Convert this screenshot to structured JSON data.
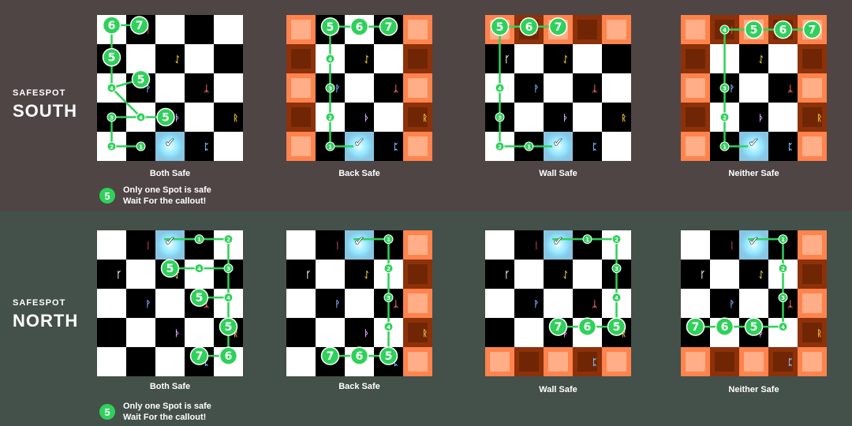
{
  "rows": [
    {
      "key": "south",
      "label_small": "SAFESPOT",
      "label_big": "SOUTH"
    },
    {
      "key": "north",
      "label_small": "SAFESPOT",
      "label_big": "NORTH"
    }
  ],
  "panels": [
    {
      "label": "Both Safe",
      "row": "south",
      "hazard": "none",
      "safe": [
        2,
        4
      ],
      "runes": [
        {
          "c": 1,
          "r": 0,
          "g": "ᛁ",
          "col": "#e04860"
        },
        {
          "c": 2,
          "r": 1,
          "g": "ᛇ",
          "col": "#f0d040"
        },
        {
          "c": 0,
          "r": 1,
          "g": "ᚴ",
          "col": "#ffffff"
        },
        {
          "c": 1,
          "r": 2,
          "g": "ᚹ",
          "col": "#7fb0ff"
        },
        {
          "c": 3,
          "r": 2,
          "g": "ᛣ",
          "col": "#ff6a6a"
        },
        {
          "c": 2,
          "r": 3,
          "g": "ᚦ",
          "col": "#d8a8ff"
        },
        {
          "c": 4,
          "r": 3,
          "g": "ᚱ",
          "col": "#f0c030"
        },
        {
          "c": 3,
          "r": 4,
          "g": "ᛈ",
          "col": "#7fc0ff"
        }
      ],
      "path": [
        [
          1.5,
          4.5
        ],
        [
          0.5,
          4.5
        ],
        [
          0.5,
          3.5
        ],
        [
          1.5,
          3.5
        ],
        [
          0.5,
          2.5
        ],
        [
          0.5,
          1.5
        ],
        [
          0.5,
          0.5
        ]
      ],
      "small": [
        [
          1.5,
          4.5,
          "1"
        ],
        [
          0.5,
          4.5,
          "2"
        ],
        [
          0.5,
          3.5,
          "3"
        ],
        [
          1.5,
          3.5,
          "4"
        ],
        [
          0.5,
          2.5,
          "4"
        ]
      ],
      "big": [
        [
          2.35,
          3.5,
          "5"
        ],
        [
          1.5,
          2.2,
          "5"
        ],
        [
          0.5,
          1.45,
          "5"
        ],
        [
          0.5,
          0.35,
          "6"
        ],
        [
          1.45,
          0.35,
          "7"
        ]
      ],
      "extra": [
        [
          1.5,
          3.5,
          2.35,
          3.5
        ],
        [
          0.5,
          2.5,
          1.5,
          2.2
        ],
        [
          0.5,
          0.35,
          1.45,
          0.35
        ]
      ]
    },
    {
      "label": "Back Safe",
      "row": "south",
      "hazard": "sides",
      "safe": [
        2,
        4
      ],
      "runes": [
        {
          "c": 1,
          "r": 0,
          "g": "ᛁ",
          "col": "#e04860"
        },
        {
          "c": 2,
          "r": 1,
          "g": "ᛇ",
          "col": "#f0d040"
        },
        {
          "c": 1,
          "r": 1,
          "g": "ᚴ",
          "col": "#ffffff"
        },
        {
          "c": 1,
          "r": 2,
          "g": "ᚹ",
          "col": "#7fb0ff"
        },
        {
          "c": 3,
          "r": 2,
          "g": "ᛣ",
          "col": "#ff6a6a"
        },
        {
          "c": 2,
          "r": 3,
          "g": "ᚦ",
          "col": "#d8a8ff"
        },
        {
          "c": 4,
          "r": 3,
          "g": "ᚱ",
          "col": "#f0c030"
        },
        {
          "c": 3,
          "r": 4,
          "g": "ᛈ",
          "col": "#7fc0ff"
        }
      ],
      "path": [
        [
          2.3,
          4.5
        ],
        [
          1.5,
          4.5
        ],
        [
          1.5,
          3.5
        ],
        [
          1.5,
          2.5
        ],
        [
          1.5,
          1.5
        ],
        [
          1.5,
          0.4
        ]
      ],
      "small": [
        [
          1.5,
          4.5,
          "1"
        ],
        [
          1.5,
          3.5,
          "2"
        ],
        [
          1.5,
          2.5,
          "3"
        ],
        [
          1.5,
          1.5,
          "4"
        ]
      ],
      "big": [
        [
          1.5,
          0.4,
          "5"
        ],
        [
          2.5,
          0.4,
          "6"
        ],
        [
          3.5,
          0.4,
          "7"
        ]
      ],
      "extra": [
        [
          1.5,
          0.4,
          3.5,
          0.4
        ]
      ]
    },
    {
      "label": "Wall Safe",
      "row": "south",
      "hazard": "top",
      "safe": [
        2,
        4
      ],
      "runes": [
        {
          "c": 1,
          "r": 0,
          "g": "ᛁ",
          "col": "#e04860"
        },
        {
          "c": 2,
          "r": 1,
          "g": "ᛇ",
          "col": "#f0d040"
        },
        {
          "c": 0,
          "r": 1,
          "g": "ᚴ",
          "col": "#ffffff"
        },
        {
          "c": 1,
          "r": 2,
          "g": "ᚹ",
          "col": "#7fb0ff"
        },
        {
          "c": 3,
          "r": 2,
          "g": "ᛣ",
          "col": "#ff6a6a"
        },
        {
          "c": 2,
          "r": 3,
          "g": "ᚦ",
          "col": "#d8a8ff"
        },
        {
          "c": 4,
          "r": 3,
          "g": "ᚱ",
          "col": "#f0c030"
        },
        {
          "c": 3,
          "r": 4,
          "g": "ᛈ",
          "col": "#7fc0ff"
        }
      ],
      "path": [
        [
          2.3,
          4.5
        ],
        [
          0.5,
          4.5
        ],
        [
          0.5,
          3.5
        ],
        [
          0.5,
          2.5
        ],
        [
          0.5,
          1.5
        ],
        [
          0.5,
          0.5
        ]
      ],
      "small": [
        [
          1.5,
          4.5,
          "1"
        ],
        [
          0.5,
          4.5,
          "2"
        ],
        [
          0.5,
          3.5,
          "3"
        ],
        [
          0.5,
          2.5,
          "4"
        ]
      ],
      "big": [
        [
          0.5,
          0.4,
          "5"
        ],
        [
          1.5,
          0.4,
          "6"
        ],
        [
          2.5,
          0.4,
          "7"
        ]
      ],
      "extra": [
        [
          0.5,
          0.4,
          2.5,
          0.4
        ]
      ]
    },
    {
      "label": "Neither Safe",
      "row": "south",
      "hazard": "both",
      "safe": [
        2,
        4
      ],
      "runes": [
        {
          "c": 1,
          "r": 0,
          "g": "ᛁ",
          "col": "#e04860"
        },
        {
          "c": 2,
          "r": 1,
          "g": "ᛇ",
          "col": "#f0d040"
        },
        {
          "c": 1,
          "r": 1,
          "g": "ᚴ",
          "col": "#ffffff"
        },
        {
          "c": 1,
          "r": 2,
          "g": "ᚹ",
          "col": "#7fb0ff"
        },
        {
          "c": 3,
          "r": 2,
          "g": "ᛣ",
          "col": "#ff6a6a"
        },
        {
          "c": 2,
          "r": 3,
          "g": "ᚦ",
          "col": "#d8a8ff"
        },
        {
          "c": 4,
          "r": 3,
          "g": "ᚱ",
          "col": "#f0c030"
        },
        {
          "c": 3,
          "r": 4,
          "g": "ᛈ",
          "col": "#7fc0ff"
        }
      ],
      "path": [
        [
          2.3,
          4.5
        ],
        [
          1.5,
          4.5
        ],
        [
          1.5,
          3.5
        ],
        [
          1.5,
          2.5
        ],
        [
          1.5,
          1.5
        ],
        [
          1.5,
          0.5
        ]
      ],
      "small": [
        [
          1.5,
          4.5,
          "1"
        ],
        [
          1.5,
          3.5,
          "2"
        ],
        [
          1.5,
          2.5,
          "3"
        ],
        [
          1.5,
          0.5,
          "4"
        ]
      ],
      "big": [
        [
          2.5,
          0.5,
          "5"
        ],
        [
          3.5,
          0.5,
          "6"
        ],
        [
          4.5,
          0.5,
          "7"
        ]
      ],
      "extra": [
        [
          1.5,
          0.5,
          4.5,
          0.5
        ]
      ]
    },
    {
      "label": "Both Safe",
      "row": "north",
      "hazard": "none",
      "safe": [
        2,
        0
      ],
      "runes": [
        {
          "c": 1,
          "r": 0,
          "g": "ᛁ",
          "col": "#e04860"
        },
        {
          "c": 2,
          "r": 1,
          "g": "ᛇ",
          "col": "#f0d040"
        },
        {
          "c": 0,
          "r": 1,
          "g": "ᚴ",
          "col": "#ffffff"
        },
        {
          "c": 1,
          "r": 2,
          "g": "ᚹ",
          "col": "#7fb0ff"
        },
        {
          "c": 3,
          "r": 2,
          "g": "ᛣ",
          "col": "#ff6a6a"
        },
        {
          "c": 2,
          "r": 3,
          "g": "ᚦ",
          "col": "#d8a8ff"
        },
        {
          "c": 4,
          "r": 3,
          "g": "ᚱ",
          "col": "#f0c030"
        },
        {
          "c": 3,
          "r": 4,
          "g": "ᛈ",
          "col": "#7fc0ff"
        }
      ],
      "path": [
        [
          2.3,
          0.3
        ],
        [
          3.5,
          0.3
        ],
        [
          4.5,
          0.3
        ],
        [
          4.5,
          1.3
        ],
        [
          4.5,
          2.3
        ],
        [
          4.5,
          3.3
        ],
        [
          4.5,
          4.3
        ]
      ],
      "small": [
        [
          3.5,
          0.3,
          "1"
        ],
        [
          4.5,
          0.3,
          "2"
        ],
        [
          4.5,
          1.3,
          "3"
        ],
        [
          3.5,
          1.3,
          "4"
        ],
        [
          4.5,
          2.3,
          "4"
        ]
      ],
      "big": [
        [
          2.5,
          1.3,
          "5"
        ],
        [
          3.5,
          2.3,
          "5"
        ],
        [
          4.5,
          3.3,
          "5"
        ],
        [
          4.5,
          4.3,
          "6"
        ],
        [
          3.5,
          4.3,
          "7"
        ]
      ],
      "extra": [
        [
          4.5,
          1.3,
          2.5,
          1.3
        ],
        [
          4.5,
          2.3,
          3.5,
          2.3
        ],
        [
          4.5,
          4.3,
          3.5,
          4.3
        ]
      ]
    },
    {
      "label": "Back Safe",
      "row": "north",
      "hazard": "sides",
      "safe": [
        2,
        0
      ],
      "runes": [
        {
          "c": 1,
          "r": 0,
          "g": "ᛁ",
          "col": "#e04860"
        },
        {
          "c": 2,
          "r": 1,
          "g": "ᛇ",
          "col": "#f0d040"
        },
        {
          "c": 0,
          "r": 1,
          "g": "ᚴ",
          "col": "#ffffff"
        },
        {
          "c": 1,
          "r": 2,
          "g": "ᚹ",
          "col": "#7fb0ff"
        },
        {
          "c": 3,
          "r": 2,
          "g": "ᛣ",
          "col": "#ff6a6a"
        },
        {
          "c": 2,
          "r": 3,
          "g": "ᚦ",
          "col": "#d8a8ff"
        },
        {
          "c": 4,
          "r": 3,
          "g": "ᚱ",
          "col": "#f0c030"
        },
        {
          "c": 3,
          "r": 4,
          "g": "ᛈ",
          "col": "#7fc0ff"
        }
      ],
      "path": [
        [
          2.3,
          0.3
        ],
        [
          3.5,
          0.3
        ],
        [
          3.5,
          1.3
        ],
        [
          3.5,
          2.3
        ],
        [
          3.5,
          3.3
        ],
        [
          3.5,
          4.3
        ]
      ],
      "small": [
        [
          3.5,
          0.3,
          "1"
        ],
        [
          3.5,
          1.3,
          "2"
        ],
        [
          3.5,
          2.3,
          "3"
        ],
        [
          3.5,
          3.3,
          "4"
        ]
      ],
      "big": [
        [
          3.5,
          4.3,
          "5"
        ],
        [
          2.5,
          4.3,
          "6"
        ],
        [
          1.5,
          4.3,
          "7"
        ]
      ],
      "extra": [
        [
          3.5,
          4.3,
          1.5,
          4.3
        ]
      ]
    },
    {
      "label": "Wall Safe",
      "row": "north",
      "hazard": "bottom",
      "safe": [
        2,
        0
      ],
      "runes": [
        {
          "c": 1,
          "r": 0,
          "g": "ᛁ",
          "col": "#e04860"
        },
        {
          "c": 2,
          "r": 1,
          "g": "ᛇ",
          "col": "#f0d040"
        },
        {
          "c": 0,
          "r": 1,
          "g": "ᚴ",
          "col": "#ffffff"
        },
        {
          "c": 1,
          "r": 2,
          "g": "ᚹ",
          "col": "#7fb0ff"
        },
        {
          "c": 3,
          "r": 2,
          "g": "ᛣ",
          "col": "#ff6a6a"
        },
        {
          "c": 2,
          "r": 3,
          "g": "ᚦ",
          "col": "#d8a8ff"
        },
        {
          "c": 4,
          "r": 3,
          "g": "ᚱ",
          "col": "#f0c030"
        },
        {
          "c": 3,
          "r": 4,
          "g": "ᛈ",
          "col": "#7fc0ff"
        }
      ],
      "path": [
        [
          2.3,
          0.3
        ],
        [
          3.5,
          0.3
        ],
        [
          4.5,
          0.3
        ],
        [
          4.5,
          1.3
        ],
        [
          4.5,
          2.3
        ],
        [
          4.5,
          3.3
        ]
      ],
      "small": [
        [
          3.5,
          0.3,
          "1"
        ],
        [
          4.5,
          0.3,
          "2"
        ],
        [
          4.5,
          1.3,
          "3"
        ],
        [
          4.5,
          2.3,
          "4"
        ]
      ],
      "big": [
        [
          4.5,
          3.3,
          "5"
        ],
        [
          3.5,
          3.3,
          "6"
        ],
        [
          2.5,
          3.3,
          "7"
        ]
      ],
      "extra": [
        [
          4.5,
          3.3,
          2.5,
          3.3
        ]
      ]
    },
    {
      "label": "Neither Safe",
      "row": "north",
      "hazard": "both-north",
      "safe": [
        2,
        0
      ],
      "runes": [
        {
          "c": 1,
          "r": 0,
          "g": "ᛁ",
          "col": "#e04860"
        },
        {
          "c": 2,
          "r": 1,
          "g": "ᛇ",
          "col": "#f0d040"
        },
        {
          "c": 0,
          "r": 1,
          "g": "ᚴ",
          "col": "#ffffff"
        },
        {
          "c": 1,
          "r": 2,
          "g": "ᚹ",
          "col": "#7fb0ff"
        },
        {
          "c": 3,
          "r": 2,
          "g": "ᛣ",
          "col": "#ff6a6a"
        },
        {
          "c": 2,
          "r": 3,
          "g": "ᚦ",
          "col": "#d8a8ff"
        },
        {
          "c": 4,
          "r": 3,
          "g": "ᚱ",
          "col": "#f0c030"
        },
        {
          "c": 3,
          "r": 4,
          "g": "ᛈ",
          "col": "#7fc0ff"
        }
      ],
      "path": [
        [
          2.3,
          0.3
        ],
        [
          3.5,
          0.3
        ],
        [
          3.5,
          1.3
        ],
        [
          3.5,
          2.3
        ],
        [
          3.5,
          3.3
        ]
      ],
      "small": [
        [
          3.5,
          0.3,
          "1"
        ],
        [
          3.5,
          1.3,
          "2"
        ],
        [
          3.5,
          2.3,
          "3"
        ],
        [
          3.5,
          3.3,
          "4"
        ]
      ],
      "big": [
        [
          2.5,
          3.3,
          "5"
        ],
        [
          1.5,
          3.3,
          "6"
        ],
        [
          0.5,
          3.3,
          "7"
        ]
      ],
      "extra": [
        [
          3.5,
          3.3,
          0.5,
          3.3
        ]
      ]
    }
  ],
  "legend": {
    "badge": "5",
    "line1": "Only one Spot is safe",
    "line2": "Wait For the callout!"
  },
  "colors": {
    "green": "#2fd15a",
    "hazard": "#ff5a10",
    "safe_glow": "#7fe0ff"
  }
}
